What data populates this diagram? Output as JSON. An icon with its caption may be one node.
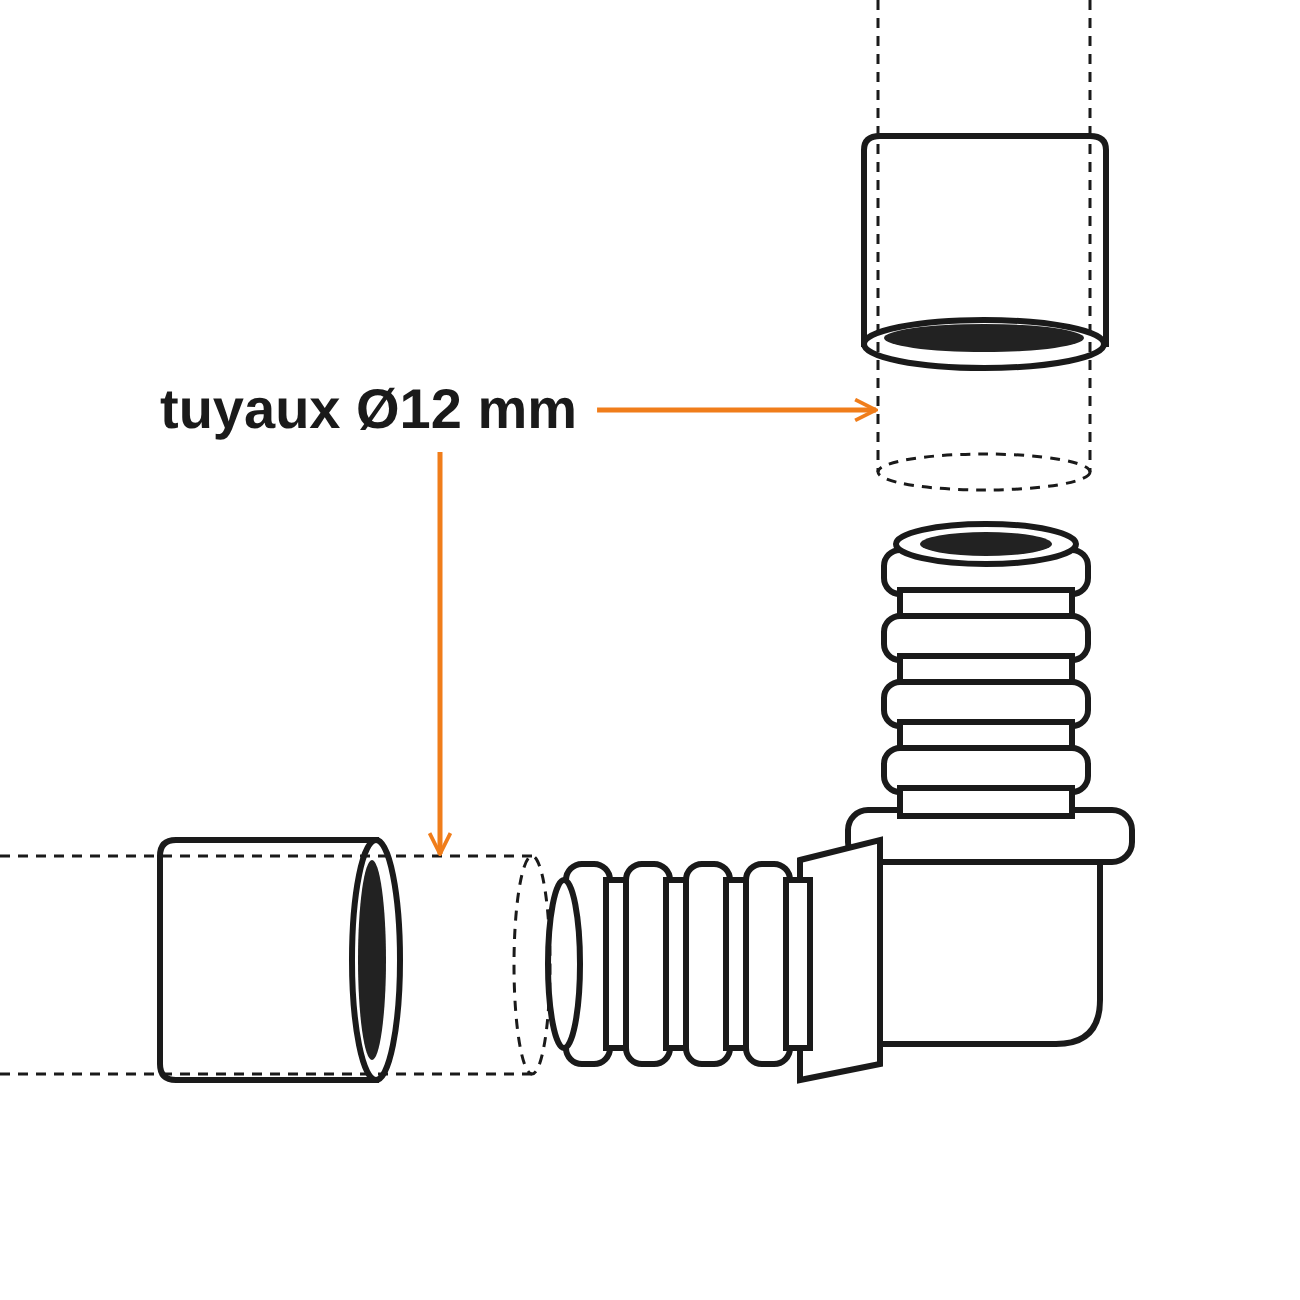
{
  "diagram": {
    "nodes": [
      {
        "text": [
          "tuyaux Ø12 mm"
        ]
      },
      {
        "text": [],
        "shape": "cylinder"
      },
      {
        "text": [],
        "shape": "cylinder"
      }
    ],
    "edges": [
      {
        "from": 0,
        "to": 1,
        "arrow": "to"
      },
      {
        "from": 0,
        "to": 2,
        "arrow": "to"
      }
    ]
  }
}
